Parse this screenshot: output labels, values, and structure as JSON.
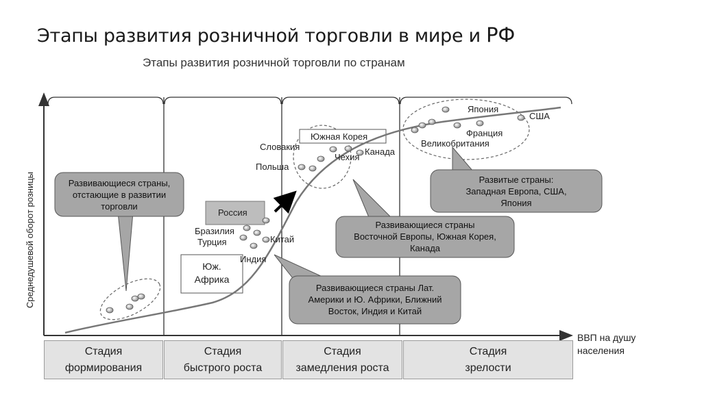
{
  "slide_title": {
    "main": "Этапы развития  розничной торговли  в мире и ",
    "tail": "РФ"
  },
  "diagram_title": "Этапы развития розничной торговли по странам",
  "y_axis_label": "Среднедушевой оборот розницы",
  "x_axis_label": "ВВП на душу\nнаселения",
  "stages": [
    {
      "label": "Стадия\nформирования"
    },
    {
      "label": "Стадия\nбыстрого роста"
    },
    {
      "label": "Стадия\nзамедления роста"
    },
    {
      "label": "Стадия\nзрелости"
    }
  ],
  "country_labels": {
    "russia": "Россия",
    "brazil": "Бразилия",
    "turkey": "Турция",
    "china": "Китай",
    "india": "Индия",
    "south_africa": "Юж.\nАфрика",
    "south_korea": "Южная Корея",
    "slovakia": "Словакия",
    "poland": "Польша",
    "czechia": "Чехия",
    "canada": "Канада",
    "japan": "Япония",
    "usa": "США",
    "france": "Франция",
    "great_britain": "Великобритания"
  },
  "callouts": {
    "developing_lagging": "Развивающиеся страны,\nотстающие в развитии\nторговли",
    "developed": "Развитые страны:\nЗападная Европа, США,\nЯпония",
    "eastern_europe": "Развивающиеся страны\nВосточной Европы, Южная Корея,\nКанада",
    "latam": "Развивающиеся страны Лат.\nАмерики и Ю. Африки, Ближний\nВосток, Индия и Китай"
  },
  "colors": {
    "callout_fill": "#a6a6a6",
    "callout_text": "#111111",
    "stage_fill": "#e3e3e3",
    "russia_fill": "#bdbdbd",
    "curve": "#777777",
    "axis": "#333333",
    "arrow": "#000000"
  }
}
